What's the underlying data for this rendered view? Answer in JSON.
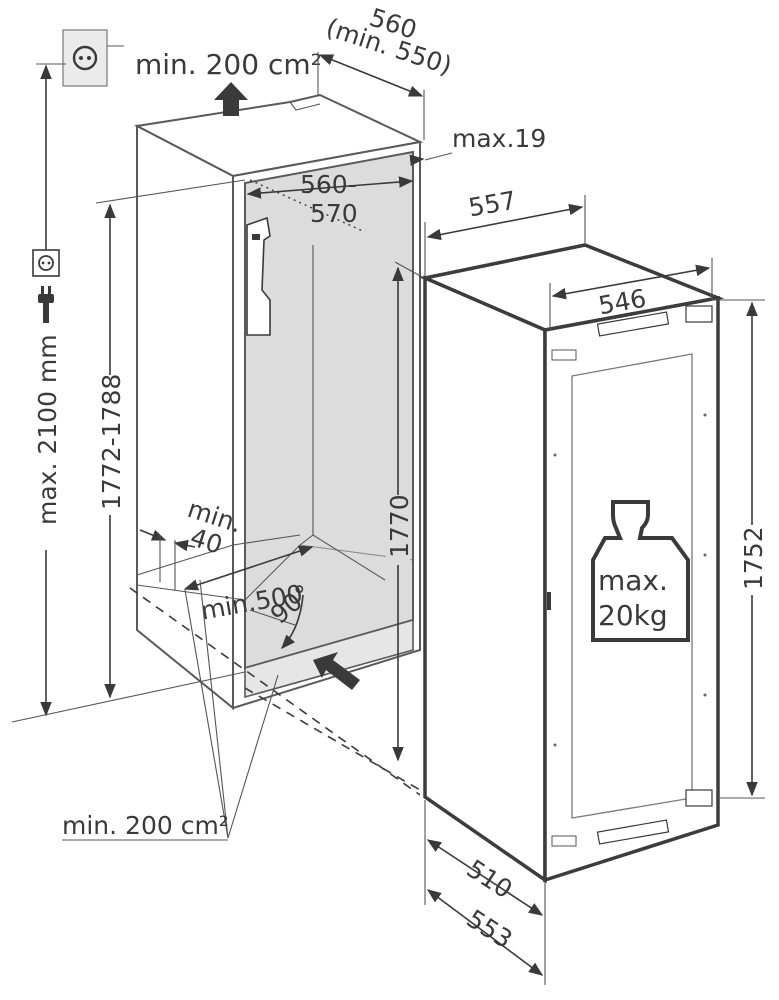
{
  "labels": {
    "top_vent": "min. 200 cm²",
    "niche_width": "560",
    "niche_width_min": "(min. 550)",
    "max_gap": "max.19",
    "inner_width_top": "560-",
    "inner_width_bottom": "570",
    "appliance_width": "557",
    "appliance_inner_width": "546",
    "niche_height": "1772-1788",
    "max_height": "max. 2100 mm",
    "appliance_height": "1770",
    "appliance_door_height": "1752",
    "min_side": "min.",
    "min_side_value": "40",
    "min_depth": "min.500",
    "door_angle": "90°",
    "bottom_vent": "min. 200 cm²",
    "depth_510": "510",
    "depth_553": "553",
    "weight_line1": "max.",
    "weight_line2": "20kg"
  },
  "icons": {
    "top_icon": "socket-icon",
    "plug_icon": "plug-icon",
    "weight_icon": "weight-icon",
    "arrow_up": "arrow-up-icon",
    "arrow_in": "arrow-diagonal-icon"
  },
  "colors": {
    "line": "#3a3a3a",
    "niche_inner": "#dcdcdc"
  }
}
